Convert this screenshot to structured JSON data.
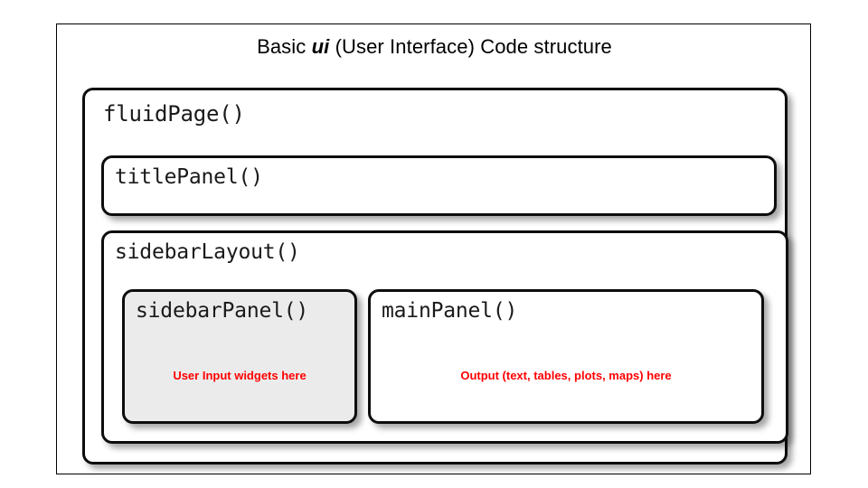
{
  "diagram": {
    "title_prefix": "Basic ",
    "title_emphasis": "ui",
    "title_suffix": " (User Interface) Code structure",
    "colors": {
      "border": "#0d0d0d",
      "frame": "#000000",
      "sidebar_fill": "#ebebeb",
      "background": "#ffffff",
      "annotation": "#ff0000"
    }
  },
  "boxes": {
    "fluid_page": {
      "label": "fluidPage()"
    },
    "title_panel": {
      "label": "titlePanel()"
    },
    "sidebar_layout": {
      "label": "sidebarLayout()"
    },
    "sidebar_panel": {
      "label": "sidebarPanel()",
      "note": "User Input widgets here"
    },
    "main_panel": {
      "label": "mainPanel()",
      "note": "Output (text, tables, plots, maps) here"
    }
  }
}
